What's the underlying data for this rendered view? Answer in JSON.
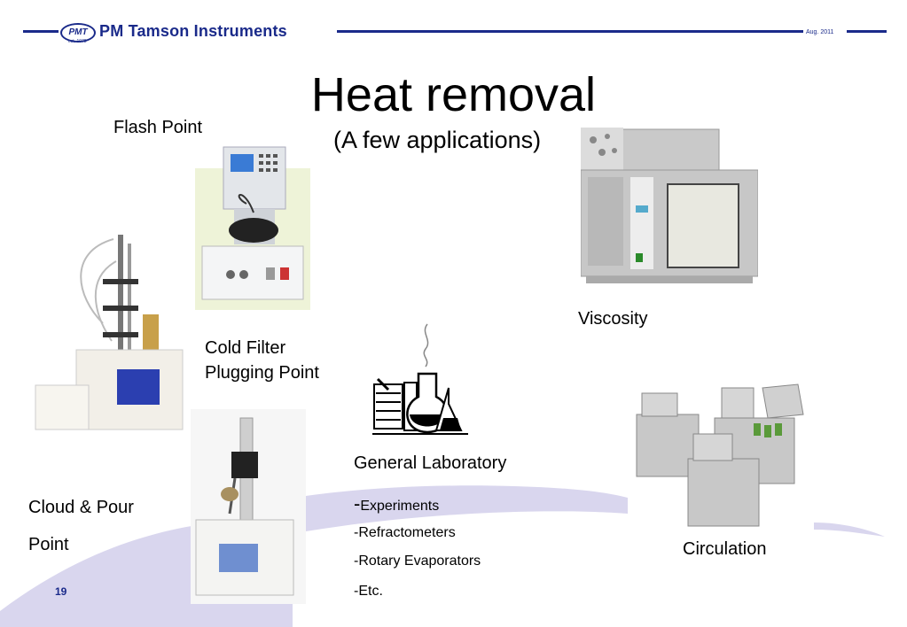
{
  "header": {
    "logo_text": "PMT",
    "logo_subtext": "est. 1978",
    "brand": "PM Tamson Instruments",
    "date": "Aug. 2011"
  },
  "slide": {
    "title": "Heat removal",
    "subtitle": "(A few applications)",
    "page_number": "19"
  },
  "labels": {
    "flash_point": "Flash Point",
    "viscosity": "Viscosity",
    "cfpp_line1": "Cold Filter",
    "cfpp_line2": "Plugging Point",
    "general_lab": "General Laboratory",
    "cloud_pour_line1": "Cloud & Pour",
    "cloud_pour_line2": "Point",
    "circulation": "Circulation"
  },
  "lab_list": {
    "prefix": "-",
    "items": [
      "Experiments",
      "-Refractometers",
      "-Rotary Evaporators",
      "-Etc."
    ]
  },
  "colors": {
    "brand_blue": "#1a2a8a",
    "swoosh": "#d9d6ee"
  }
}
